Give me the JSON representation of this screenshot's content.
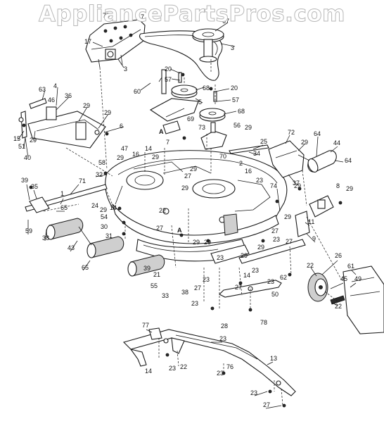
{
  "watermark": "AppliancePartsPros.com",
  "callouts": [
    {
      "id": "c1",
      "text": "75"
    },
    {
      "id": "c2",
      "text": "7"
    },
    {
      "id": "c3",
      "text": "67"
    },
    {
      "id": "c4",
      "text": "17"
    },
    {
      "id": "c5",
      "text": "3"
    },
    {
      "id": "c6",
      "text": "3"
    },
    {
      "id": "c7",
      "text": "20"
    },
    {
      "id": "c8",
      "text": "57"
    },
    {
      "id": "c9",
      "text": "60"
    },
    {
      "id": "c10",
      "text": "68"
    },
    {
      "id": "c11",
      "text": "20"
    },
    {
      "id": "c12",
      "text": "57"
    },
    {
      "id": "c13",
      "text": "5"
    },
    {
      "id": "c14",
      "text": "68"
    },
    {
      "id": "c15",
      "text": "63"
    },
    {
      "id": "c16",
      "text": "4"
    },
    {
      "id": "c17",
      "text": "36"
    },
    {
      "id": "c18",
      "text": "46"
    },
    {
      "id": "c19",
      "text": "29"
    },
    {
      "id": "c20",
      "text": "29"
    },
    {
      "id": "c21",
      "text": "6"
    },
    {
      "id": "c22",
      "text": "15"
    },
    {
      "id": "c23",
      "text": "51"
    },
    {
      "id": "c24",
      "text": "29"
    },
    {
      "id": "c25",
      "text": "40"
    },
    {
      "id": "c26",
      "text": "69"
    },
    {
      "id": "c27",
      "text": "73"
    },
    {
      "id": "c28",
      "text": "56"
    },
    {
      "id": "c29",
      "text": "29"
    },
    {
      "id": "c30",
      "text": "7"
    },
    {
      "id": "c31",
      "text": "70"
    },
    {
      "id": "c32",
      "text": "2"
    },
    {
      "id": "c33",
      "text": "25"
    },
    {
      "id": "c34",
      "text": "34"
    },
    {
      "id": "c35",
      "text": "72"
    },
    {
      "id": "c36",
      "text": "29"
    },
    {
      "id": "c37",
      "text": "64"
    },
    {
      "id": "c38",
      "text": "44"
    },
    {
      "id": "c39",
      "text": "64"
    },
    {
      "id": "c40",
      "text": "37"
    },
    {
      "id": "c41",
      "text": "58"
    },
    {
      "id": "c42",
      "text": "47"
    },
    {
      "id": "c43",
      "text": "29"
    },
    {
      "id": "c44",
      "text": "16"
    },
    {
      "id": "c45",
      "text": "14"
    },
    {
      "id": "c46",
      "text": "29"
    },
    {
      "id": "c47",
      "text": "32"
    },
    {
      "id": "c48",
      "text": "71"
    },
    {
      "id": "c49",
      "text": "29"
    },
    {
      "id": "c50",
      "text": "27"
    },
    {
      "id": "c51",
      "text": "29"
    },
    {
      "id": "c52",
      "text": "16"
    },
    {
      "id": "c53",
      "text": "23"
    },
    {
      "id": "c54",
      "text": "74"
    },
    {
      "id": "c55",
      "text": "29"
    },
    {
      "id": "c56",
      "text": "8"
    },
    {
      "id": "c57",
      "text": "29"
    },
    {
      "id": "c58",
      "text": "39"
    },
    {
      "id": "c59",
      "text": "35"
    },
    {
      "id": "c60",
      "text": "1"
    },
    {
      "id": "c61",
      "text": "65"
    },
    {
      "id": "c62",
      "text": "24"
    },
    {
      "id": "c63",
      "text": "29"
    },
    {
      "id": "c64",
      "text": "14"
    },
    {
      "id": "c65",
      "text": "22"
    },
    {
      "id": "c66",
      "text": "54"
    },
    {
      "id": "c67",
      "text": "30"
    },
    {
      "id": "c68",
      "text": "31"
    },
    {
      "id": "c69",
      "text": "59"
    },
    {
      "id": "c70",
      "text": "38"
    },
    {
      "id": "c71",
      "text": "43"
    },
    {
      "id": "c72",
      "text": "65"
    },
    {
      "id": "c73",
      "text": "27"
    },
    {
      "id": "c74",
      "text": "29"
    },
    {
      "id": "c75",
      "text": "29"
    },
    {
      "id": "c76",
      "text": "23"
    },
    {
      "id": "c77",
      "text": "27"
    },
    {
      "id": "c78",
      "text": "11"
    },
    {
      "id": "c79",
      "text": "9"
    },
    {
      "id": "c80",
      "text": "29"
    },
    {
      "id": "c81",
      "text": "29"
    },
    {
      "id": "c82",
      "text": "23"
    },
    {
      "id": "c83",
      "text": "27"
    },
    {
      "id": "c84",
      "text": "22"
    },
    {
      "id": "c85",
      "text": "39"
    },
    {
      "id": "c86",
      "text": "21"
    },
    {
      "id": "c87",
      "text": "55"
    },
    {
      "id": "c88",
      "text": "33"
    },
    {
      "id": "c89",
      "text": "38"
    },
    {
      "id": "c90",
      "text": "27"
    },
    {
      "id": "c91",
      "text": "23"
    },
    {
      "id": "c92",
      "text": "23"
    },
    {
      "id": "c93",
      "text": "27"
    },
    {
      "id": "c94",
      "text": "14"
    },
    {
      "id": "c95",
      "text": "23"
    },
    {
      "id": "c96",
      "text": "62"
    },
    {
      "id": "c97",
      "text": "50"
    },
    {
      "id": "c98",
      "text": "26"
    },
    {
      "id": "c99",
      "text": "61"
    },
    {
      "id": "c100",
      "text": "45"
    },
    {
      "id": "c101",
      "text": "49"
    },
    {
      "id": "c102",
      "text": "22"
    },
    {
      "id": "c103",
      "text": "28"
    },
    {
      "id": "c104",
      "text": "78"
    },
    {
      "id": "c105",
      "text": "77"
    },
    {
      "id": "c106",
      "text": "23"
    },
    {
      "id": "c107",
      "text": "14"
    },
    {
      "id": "c108",
      "text": "23"
    },
    {
      "id": "c109",
      "text": "22"
    },
    {
      "id": "c110",
      "text": "23"
    },
    {
      "id": "c111",
      "text": "76"
    },
    {
      "id": "c112",
      "text": "13"
    },
    {
      "id": "c113",
      "text": "23"
    },
    {
      "id": "c114",
      "text": "27"
    },
    {
      "id": "c115",
      "text": "23"
    },
    {
      "id": "c116",
      "text": "29"
    }
  ],
  "markers": [
    {
      "id": "m1",
      "text": "A"
    },
    {
      "id": "m2",
      "text": "A"
    }
  ]
}
